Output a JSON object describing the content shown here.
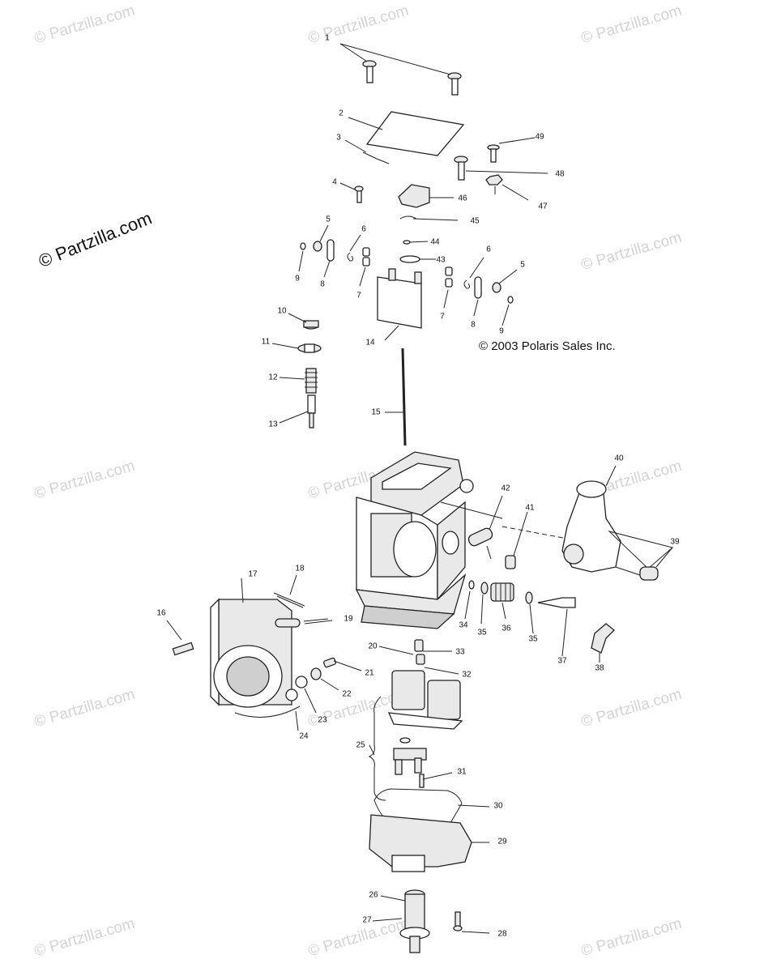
{
  "watermark": "© Partzilla.com",
  "watermark_main": "© Partzilla.com",
  "copyright": "© 2003 Polaris Sales Inc.",
  "callouts": [
    "1",
    "2",
    "3",
    "4",
    "5",
    "6",
    "7",
    "8",
    "9",
    "10",
    "11",
    "12",
    "13",
    "14",
    "15",
    "16",
    "17",
    "18",
    "19",
    "20",
    "21",
    "22",
    "23",
    "24",
    "25",
    "26",
    "27",
    "28",
    "29",
    "30",
    "31",
    "32",
    "33",
    "34",
    "35",
    "36",
    "37",
    "38",
    "39",
    "40",
    "41",
    "42",
    "43",
    "44",
    "45",
    "46",
    "47",
    "48",
    "49"
  ]
}
